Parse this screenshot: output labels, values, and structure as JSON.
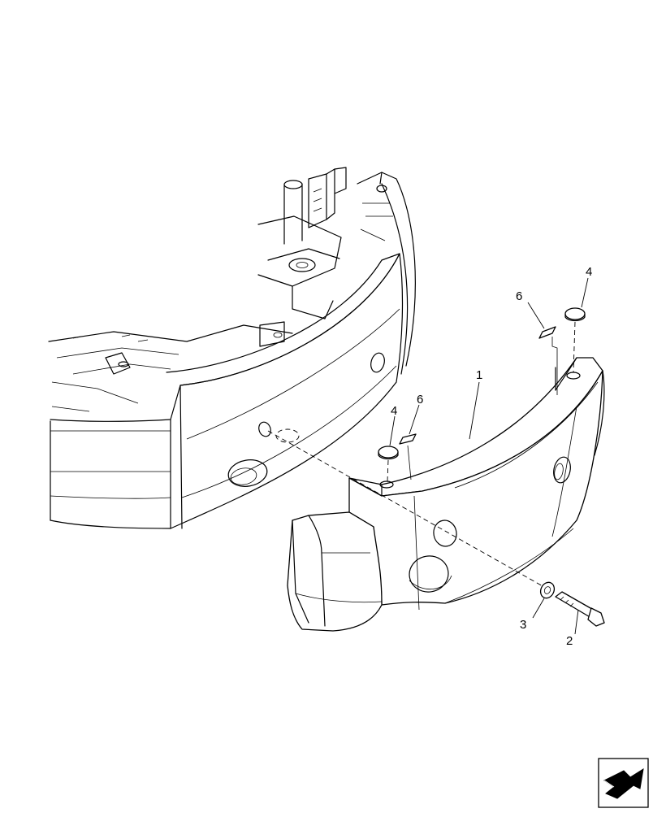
{
  "callouts": [
    {
      "id": "c1",
      "label": "1"
    },
    {
      "id": "c2",
      "label": "2"
    },
    {
      "id": "c3",
      "label": "3"
    },
    {
      "id": "c4a",
      "label": "4"
    },
    {
      "id": "c4b",
      "label": "4"
    },
    {
      "id": "c6a",
      "label": "6"
    },
    {
      "id": "c6b",
      "label": "6"
    }
  ],
  "navigation": {
    "icon": "next-page-arrow-icon"
  }
}
